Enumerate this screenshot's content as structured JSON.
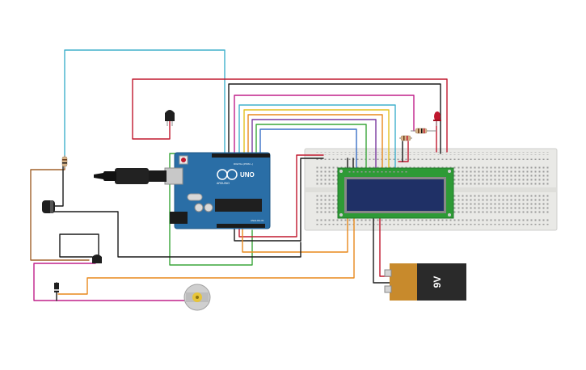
{
  "arduino": {
    "model_label": "UNO",
    "brand_label": "ARDUINO",
    "digital_label": "DIGITAL (PWM ~)",
    "analog_label": "ANALOG IN"
  },
  "battery": {
    "label": "9V"
  },
  "colors": {
    "board": "#2a6ea6",
    "breadboard": "#e8e8e6",
    "lcd_pcb": "#2e9a36",
    "lcd_screen": "#1f3066",
    "battery_body": "#2a2a2a",
    "battery_cap": "#c88a2c",
    "wire_red": "#c0182e",
    "wire_black": "#1a1a1a",
    "wire_orange": "#e8891c",
    "wire_green": "#3aa63a",
    "wire_cyan": "#40b0cc",
    "wire_magenta": "#c0208a",
    "wire_brown": "#a0602a",
    "wire_yellow": "#e4c020",
    "wire_purple": "#7a3aa0",
    "wire_blue": "#3a70c8"
  },
  "components": {
    "usb": "usb-cable",
    "temp_sensor_1": "temperature-sensor",
    "temp_sensor_2": "temperature-sensor",
    "capacitor": "capacitor",
    "resistor_count": 3,
    "led": "red-led",
    "motor": "dc-motor",
    "diode": "diode"
  }
}
